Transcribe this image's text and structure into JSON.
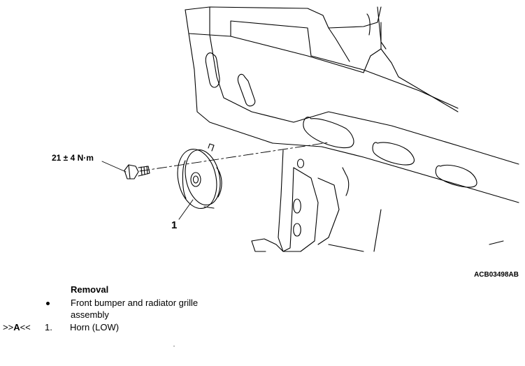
{
  "diagram": {
    "callouts": {
      "torque": "21 ± 4 N·m",
      "part_number": "1"
    },
    "figure_code": "ACB03498AB"
  },
  "procedure": {
    "heading": "Removal",
    "removal_items": [
      "Front bumper and radiator grille assembly"
    ],
    "steps": [
      {
        "marker_prefix": ">>",
        "marker_letter": "A",
        "marker_suffix": "<<",
        "number": "1.",
        "text": "Horn (LOW)"
      }
    ]
  },
  "icons": {
    "bullet": "bullet-dot-icon",
    "horn": "horn-drawing",
    "bolt": "bolt-drawing",
    "frame": "radiator-support-frame-drawing"
  }
}
